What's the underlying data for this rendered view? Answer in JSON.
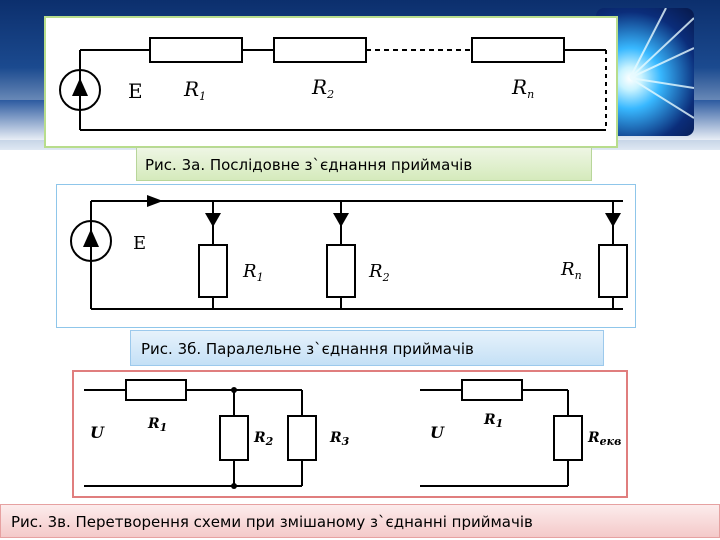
{
  "slide": {
    "background_accent": "#1b4a8f",
    "burst_color": "#38b8ff"
  },
  "figure_a": {
    "source_label": "E",
    "resistors": [
      {
        "name": "R",
        "sub": "1"
      },
      {
        "name": "R",
        "sub": "2"
      },
      {
        "name": "R",
        "sub": "n"
      }
    ],
    "caption": "Рис. 3а. Послідовне з`єднання приймачів",
    "border_color": "#b8dd8c"
  },
  "figure_b": {
    "source_label": "E",
    "resistors": [
      {
        "name": "R",
        "sub": "1"
      },
      {
        "name": "R",
        "sub": "2"
      },
      {
        "name": "R",
        "sub": "n"
      }
    ],
    "caption": "Рис. 3б. Паралельне з`єднання приймачів",
    "border_color": "#8fc6ea"
  },
  "figure_c": {
    "left_circuit": {
      "voltage_label": "U",
      "resistors": [
        {
          "name": "R",
          "sub": "1"
        },
        {
          "name": "R",
          "sub": "2"
        },
        {
          "name": "R",
          "sub": "3"
        }
      ]
    },
    "right_circuit": {
      "voltage_label": "U",
      "resistors": [
        {
          "name": "R",
          "sub": "1"
        },
        {
          "name": "R",
          "sub": "екв"
        }
      ]
    },
    "caption": "Рис. 3в. Перетворення  схеми при змішаному з`єднанні приймачів",
    "border_color": "#e07e7e"
  }
}
